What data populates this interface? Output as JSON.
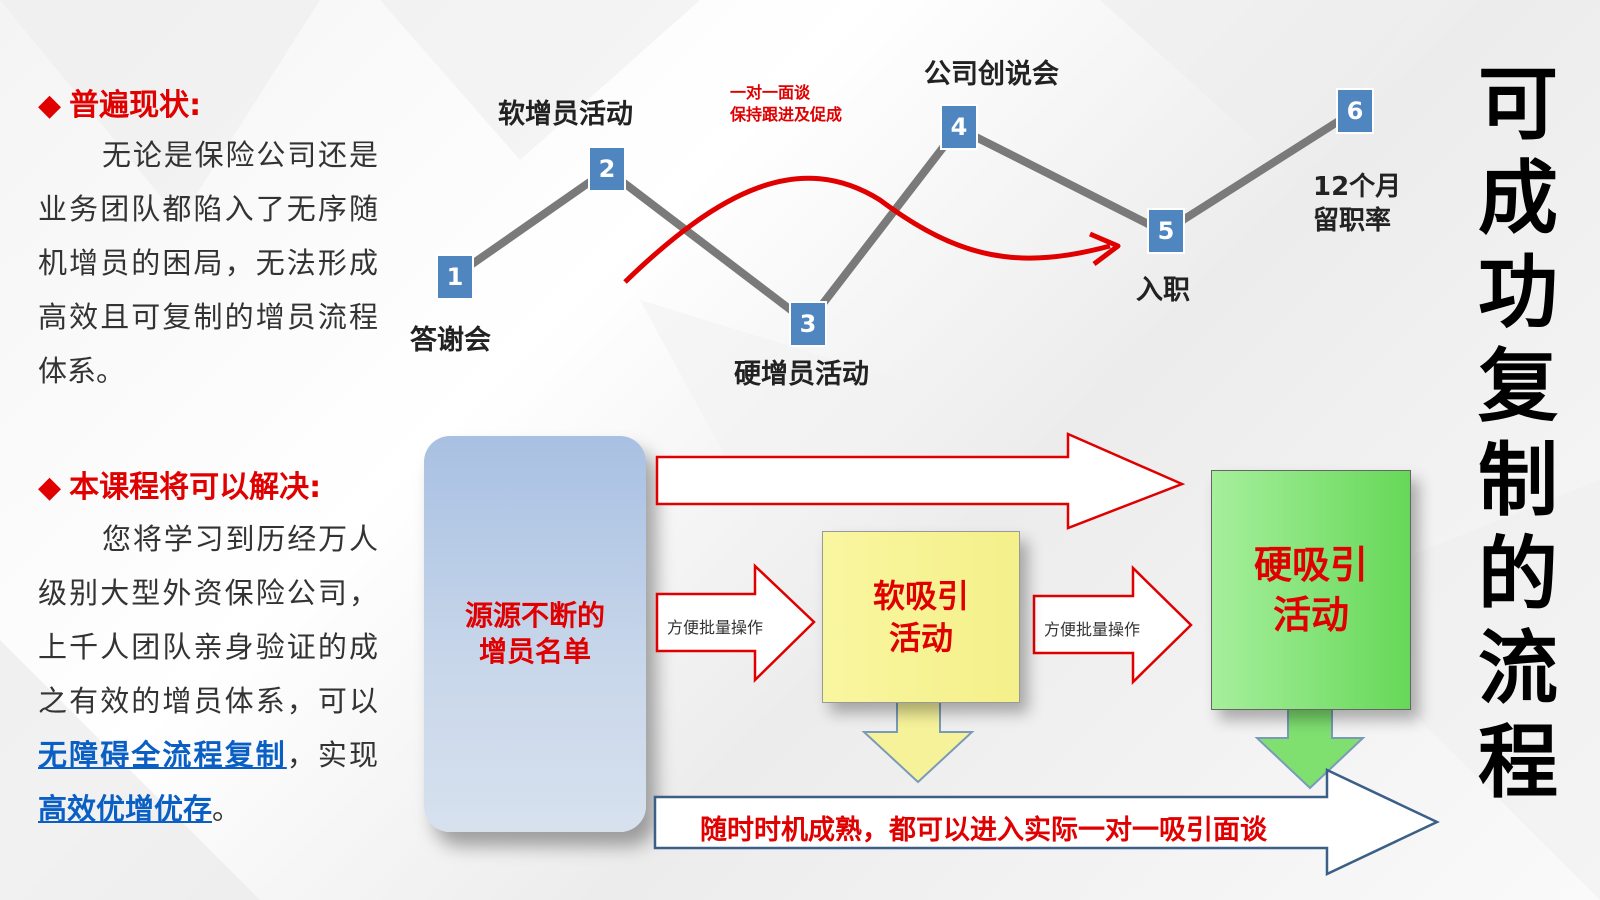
{
  "colors": {
    "accent_red": "#e00000",
    "box_blue": "#4f86bf",
    "link_blue": "#0a5fc4"
  },
  "left": {
    "section1": {
      "bullet": "◆",
      "title": "普遍现状:"
    },
    "para1": "无论是保险公司还是业务团队都陷入了无序随机增员的困局，无法形成高效且可复制的增员流程体系。",
    "section2": {
      "bullet": "◆",
      "title": "本课程将可以解决:"
    },
    "para2": {
      "pre": "您将学习到历经万人级别大型外资保险公司，上千人团队亲身验证的成之有效的增员体系，可以",
      "link1": "无障碍全流程复制",
      "mid": "，实现",
      "link2": "高效优增优存",
      "end": "。"
    }
  },
  "title_vertical": [
    "可",
    "成",
    "功",
    "复",
    "制",
    "的",
    "流",
    "程"
  ],
  "timeline": {
    "steps": [
      {
        "num": "1",
        "label": "答谢会"
      },
      {
        "num": "2",
        "label": "软增员活动"
      },
      {
        "num": "3",
        "label": "硬增员活动"
      },
      {
        "num": "4",
        "label": "公司创说会"
      },
      {
        "num": "5",
        "label": "入职"
      },
      {
        "num": "6",
        "label_line1": "12个月",
        "label_line2": "留职率"
      }
    ],
    "note_line1": "一对一面谈",
    "note_line2": "保持跟进及促成"
  },
  "flow": {
    "source": {
      "line1": "源源不断的",
      "line2": "增员名单"
    },
    "soft": {
      "line1": "软吸引",
      "line2": "活动"
    },
    "hard": {
      "line1": "硬吸引",
      "line2": "活动"
    },
    "arrow_label_1": "方便批量操作",
    "arrow_label_2": "方便批量操作",
    "bottom": "随时时机成熟，都可以进入实际一对一吸引面谈"
  }
}
